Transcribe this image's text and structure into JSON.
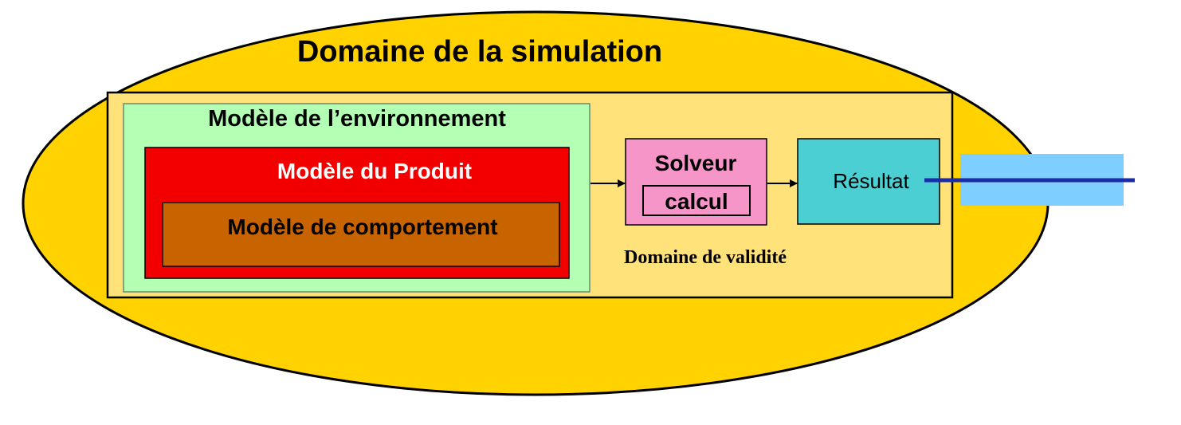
{
  "diagram": {
    "simulation_domain": {
      "label": "Domaine de la simulation",
      "color": "#FFD200"
    },
    "validity_domain": {
      "label": "Domaine de validité",
      "color": "#FFE27A"
    },
    "environment_model": {
      "label": "Modèle de l’environnement",
      "color": "#B3FFB3"
    },
    "product_model": {
      "label": "Modèle du Produit",
      "color": "#F20000"
    },
    "behavior_model": {
      "label": "Modèle de comportement",
      "color": "#C86400"
    },
    "solver": {
      "label": "Solveur",
      "inner_label": "calcul",
      "color": "#F595C8"
    },
    "result": {
      "label": "Résultat",
      "color": "#4CCFD3"
    },
    "output_band": {
      "color": "#7ECFFF",
      "line_color": "#1A2CA8"
    },
    "arrows": [
      {
        "from": "environment_model",
        "to": "solver"
      },
      {
        "from": "solver",
        "to": "result"
      }
    ]
  }
}
